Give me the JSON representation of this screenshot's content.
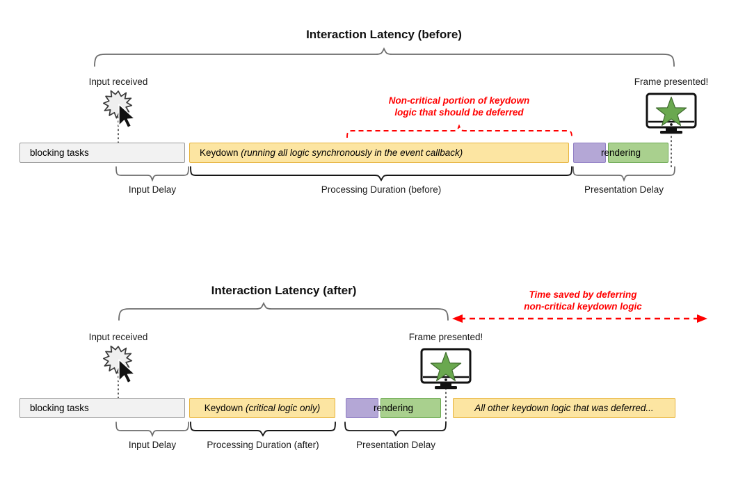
{
  "before": {
    "title": "Interaction Latency (before)",
    "input_label": "Input received",
    "frame_label": "Frame presented!",
    "red_note_line1": "Non-critical portion of keydown",
    "red_note_line2": "logic that should be deferred",
    "bars": [
      {
        "name": "blocking-tasks",
        "label": "blocking tasks",
        "color": "#f2f2f2"
      },
      {
        "name": "keydown",
        "label_plain": "Keydown ",
        "label_italic": "(running all logic synchronously in the event callback)",
        "color": "#fce5a2"
      },
      {
        "name": "presentation-purple",
        "label": "",
        "color": "#b4a7d6"
      },
      {
        "name": "presentation-green",
        "label": "",
        "color": "#a9d08e"
      }
    ],
    "render_label": "rendering",
    "brace_labels": [
      "Input Delay",
      "Processing Duration (before)",
      "Presentation Delay"
    ]
  },
  "after": {
    "title": "Interaction Latency (after)",
    "input_label": "Input received",
    "frame_label": "Frame presented!",
    "red_note_line1": "Time saved by deferring",
    "red_note_line2": "non-critical keydown logic",
    "bars": [
      {
        "name": "blocking-tasks",
        "label": "blocking tasks",
        "color": "#f2f2f2"
      },
      {
        "name": "keydown",
        "label_plain": "Keydown ",
        "label_italic": "(critical logic only)",
        "color": "#fce5a2"
      },
      {
        "name": "presentation-purple",
        "label": "",
        "color": "#b4a7d6"
      },
      {
        "name": "presentation-green",
        "label": "",
        "color": "#a9d08e"
      },
      {
        "name": "deferred",
        "label": "All other keydown logic that was deferred...",
        "color": "#fce5a2"
      }
    ],
    "render_label": "rendering",
    "brace_labels": [
      "Input Delay",
      "Processing Duration (after)",
      "Presentation Delay"
    ]
  },
  "colors": {
    "yellow_fill": "#fce5a2",
    "yellow_border": "#e7b33c",
    "purple_fill": "#b4a7d6",
    "purple_border": "#8e7cc3",
    "green_fill": "#a9d08e",
    "green_border": "#6aa84f",
    "grey_fill": "#f2f2f2",
    "grey_border": "#9a9a9a",
    "red_accent": "#ff0000",
    "brace_grey": "#666666",
    "brace_black": "#111111"
  },
  "icons": {
    "burst": "burst-icon",
    "cursor": "cursor-icon",
    "monitor": "monitor-icon",
    "star": "star-icon"
  }
}
